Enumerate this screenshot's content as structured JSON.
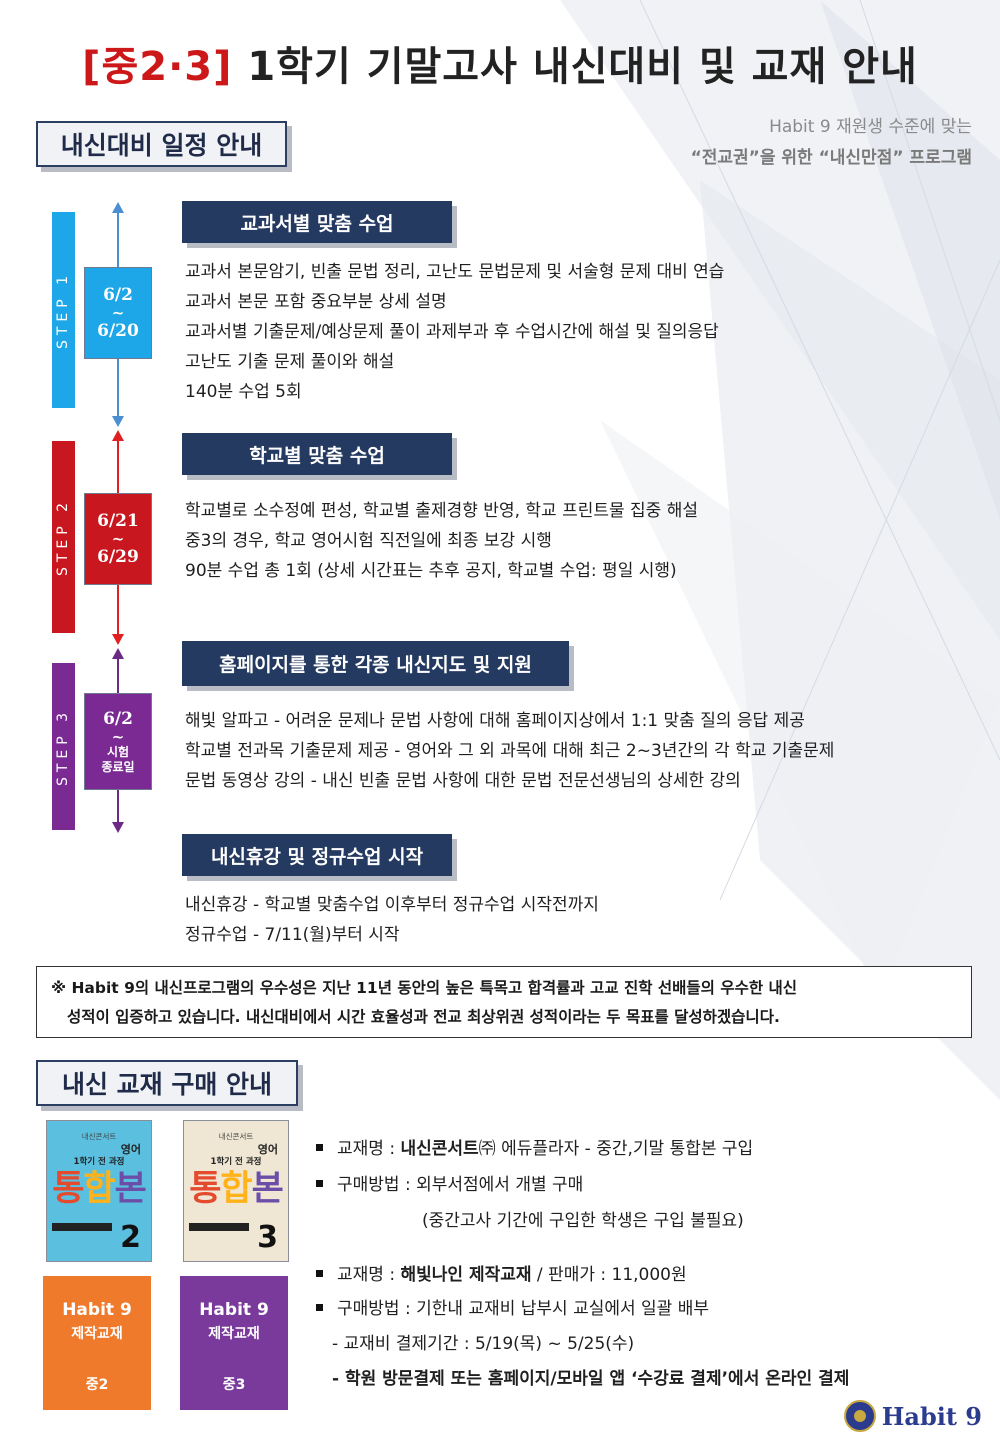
{
  "title": {
    "highlight": "[중2·3]",
    "rest": "1학기 기말고사 내신대비 및 교재 안내"
  },
  "schedule_section": {
    "heading": "내신대비 일정 안내",
    "promo_line1": "Habit 9 재원생 수준에 맞는",
    "promo_line2": "“전교권”을 위한 “내신만점” 프로그램"
  },
  "steps": [
    {
      "label": "STEP 1",
      "color": "#1ea7e8",
      "date_from": "6/2",
      "tilde": "~",
      "date_to": "6/20",
      "header": "교과서별 맞춤 수업",
      "lines": [
        "교과서 본문암기, 빈출 문법 정리, 고난도 문법문제 및 서술형 문제 대비 연습",
        "교과서 본문 포함 중요부분 상세 설명",
        "교과서별 기출문제/예상문제 풀이 과제부과 후 수업시간에 해설 및 질의응답",
        "고난도 기출 문제 풀이와 해설",
        "140분 수업  5회"
      ]
    },
    {
      "label": "STEP 2",
      "color": "#c8171e",
      "date_from": "6/21",
      "tilde": "~",
      "date_to": "6/29",
      "header": "학교별 맞춤 수업",
      "lines": [
        "학교별로 소수정예 편성, 학교별 출제경향 반영, 학교 프린트물 집중 해설",
        "중3의 경우, 학교 영어시험 직전일에 최종 보강 시행",
        "90분 수업 총 1회  (상세 시간표는 추후 공지, 학교별 수업: 평일 시행)"
      ]
    },
    {
      "label": "STEP 3",
      "color": "#7b2a93",
      "date_from": "6/2",
      "tilde": "~",
      "date_to_line1": "시험",
      "date_to_line2": "종료일",
      "header": "홈페이지를 통한 각종 내신지도 및 지원",
      "lines": [
        "해빛 알파고  -   어려운  문제나 문법 사항에 대해 홈페이지상에서 1:1 맞춤 질의 응답 제공",
        "학교별 전과목 기출문제 제공  -  영어와 그 외 과목에 대해 최근 2~3년간의 각 학교 기출문제",
        "문법 동영상 강의  -  내신 빈출 문법 사항에 대한 문법 전문선생님의 상세한 강의"
      ]
    }
  ],
  "break_block": {
    "header": "내신휴강 및 정규수업 시작",
    "lines": [
      "내신휴강 -  학교별 맞춤수업 이후부터 정규수업 시작전까지",
      "정규수업 -   7/11(월)부터  시작"
    ]
  },
  "notice": {
    "line1": "※  Habit 9의 내신프로그램의 우수성은 지난 11년 동안의  높은 특목고 합격률과 고교 진학 선배들의 우수한 내신",
    "line2": "성적이 입증하고 있습니다. 내신대비에서 시간 효율성과 전교 최상위권 성적이라는 두 목표를 달성하겠습니다."
  },
  "textbook_section": {
    "heading": "내신 교재 구매 안내",
    "books": [
      {
        "series": "내신콘서트",
        "subject": "영어",
        "semester": "1학기 전 과정",
        "title_chars": [
          "통",
          "합",
          "본"
        ],
        "grade": "2",
        "cover_color": "#5bbfe0"
      },
      {
        "series": "내신콘서트",
        "subject": "영어",
        "semester": "1학기 전 과정",
        "title_chars": [
          "통",
          "합",
          "본"
        ],
        "grade": "3",
        "cover_color": "#efe6d3"
      }
    ],
    "made_books": [
      {
        "line1": "Habit 9",
        "line2": "제작교재",
        "grade": "중2",
        "color": "#ef7a2c"
      },
      {
        "line1": "Habit 9",
        "line2": "제작교재",
        "grade": "중3",
        "color": "#7a3a9c"
      }
    ],
    "purchase": {
      "item1_label": "교재명 : ",
      "item1_strong": "내신콘서트",
      "item1_rest": "㈜ 에듀플라자 -  중간,기말  통합본 구입",
      "item2": "구매방법 : 외부서점에서 개별 구매",
      "item2_note": "(중간고사 기간에 구입한 학생은 구입 불필요)",
      "item3_label": "교재명 : ",
      "item3_strong": "해빛나인 제작교재",
      "item3_rest": " / 판매가 : 11,000원",
      "item4": "구매방법 : 기한내 교재비 납부시  교실에서 일괄 배부",
      "item4_sub1": "- 교재비 결제기간 : 5/19(목) ~ 5/25(수)",
      "item4_sub2": "- 학원 방문결제 또는 홈페이지/모바일 앱 ‘수강료 결제’에서 온라인 결제"
    }
  },
  "logo": {
    "text": "Habit 9"
  }
}
